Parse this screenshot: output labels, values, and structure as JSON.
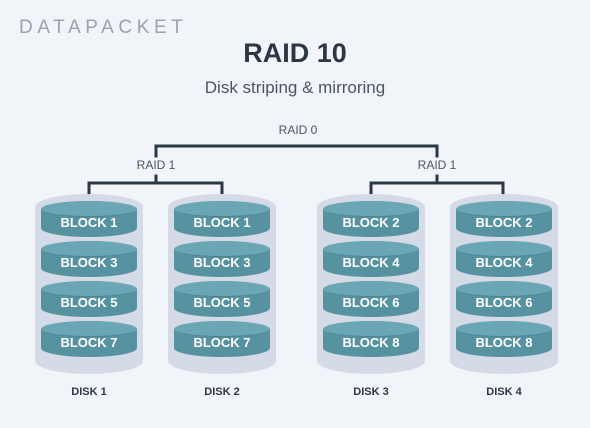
{
  "brand": "DATAPACKET",
  "title": "RAID 10",
  "subtitle": "Disk striping & mirroring",
  "labels": {
    "raid0": "RAID 0",
    "raid1_left": "RAID 1",
    "raid1_right": "RAID 1"
  },
  "colors": {
    "background": "#f1f4f8",
    "block": "#5792a0",
    "block_top": "#6aa6b4",
    "disk_shell": "#d5dbe6",
    "connector": "#2c3745"
  },
  "disks": [
    {
      "label": "DISK 1",
      "blocks": [
        "BLOCK 1",
        "BLOCK 3",
        "BLOCK 5",
        "BLOCK 7"
      ]
    },
    {
      "label": "DISK 2",
      "blocks": [
        "BLOCK 1",
        "BLOCK 3",
        "BLOCK 5",
        "BLOCK 7"
      ]
    },
    {
      "label": "DISK 3",
      "blocks": [
        "BLOCK 2",
        "BLOCK 4",
        "BLOCK 6",
        "BLOCK 8"
      ]
    },
    {
      "label": "DISK 4",
      "blocks": [
        "BLOCK 2",
        "BLOCK 4",
        "BLOCK 6",
        "BLOCK 8"
      ]
    }
  ]
}
